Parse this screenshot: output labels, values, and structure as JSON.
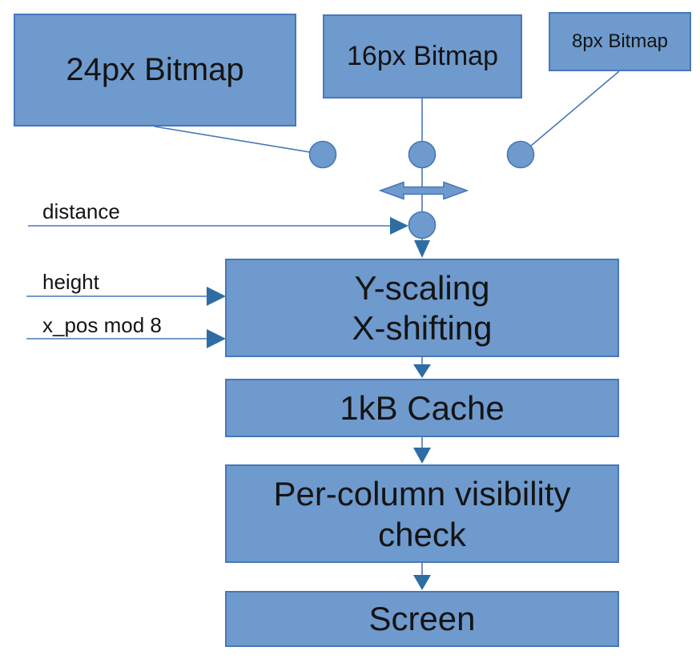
{
  "diagram": {
    "nodes": {
      "bitmap_24": {
        "label": "24px Bitmap"
      },
      "bitmap_16": {
        "label": "16px Bitmap"
      },
      "bitmap_8": {
        "label": "8px Bitmap"
      },
      "y_scaling": {
        "label": "Y-scaling\nX-shifting"
      },
      "cache": {
        "label": "1kB Cache"
      },
      "visibility_check": {
        "label": "Per-column visibility\ncheck"
      },
      "screen": {
        "label": "Screen"
      }
    },
    "input_labels": {
      "distance": {
        "label": "distance"
      },
      "height": {
        "label": "height"
      },
      "x_pos": {
        "label": "x_pos mod 8"
      }
    },
    "shapes": {
      "junction_circle_count": 4,
      "horizontal_double_arrow": "left-right double arrow between bitmap junction and distance junction",
      "flow_direction": "top to bottom"
    },
    "colors": {
      "shape_fill": "#6f9acd",
      "shape_stroke": "#4678b8",
      "connector": "#4678b8",
      "arrowhead": "#2e6da4",
      "text": "#141414",
      "background": "#ffffff"
    }
  }
}
